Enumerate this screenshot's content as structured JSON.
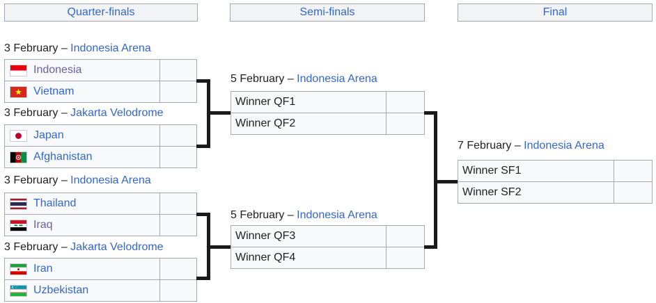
{
  "colors": {
    "link": "#3366cc",
    "visited_link": "#6a5fa8",
    "text": "#202122",
    "cell_background": "#f8f9fa",
    "header_background": "#f2f3f4",
    "border": "#a2a9b1",
    "connector": "#1a1a1a"
  },
  "separator": "–",
  "rounds": {
    "quarterfinals": "Quarter-finals",
    "semifinals": "Semi-finals",
    "final": "Final"
  },
  "matches": {
    "qf1": {
      "date": "3 February",
      "venue": "Indonesia Arena",
      "team1": {
        "name": "Indonesia",
        "flag": "indonesia",
        "score": ""
      },
      "team2": {
        "name": "Vietnam",
        "flag": "vietnam",
        "score": ""
      }
    },
    "qf2": {
      "date": "3 February",
      "venue": "Jakarta Velodrome",
      "team1": {
        "name": "Japan",
        "flag": "japan",
        "score": ""
      },
      "team2": {
        "name": "Afghanistan",
        "flag": "afghanistan",
        "score": ""
      }
    },
    "qf3": {
      "date": "3 February",
      "venue": "Indonesia Arena",
      "team1": {
        "name": "Thailand",
        "flag": "thailand",
        "score": ""
      },
      "team2": {
        "name": "Iraq",
        "flag": "iraq",
        "score": ""
      }
    },
    "qf4": {
      "date": "3 February",
      "venue": "Jakarta Velodrome",
      "team1": {
        "name": "Iran",
        "flag": "iran",
        "score": ""
      },
      "team2": {
        "name": "Uzbekistan",
        "flag": "uzbekistan",
        "score": ""
      }
    },
    "sf1": {
      "date": "5 February",
      "venue": "Indonesia Arena",
      "team1": {
        "name": "Winner QF1",
        "score": ""
      },
      "team2": {
        "name": "Winner QF2",
        "score": ""
      }
    },
    "sf2": {
      "date": "5 February",
      "venue": "Indonesia Arena",
      "team1": {
        "name": "Winner QF3",
        "score": ""
      },
      "team2": {
        "name": "Winner QF4",
        "score": ""
      }
    },
    "final": {
      "date": "7 February",
      "venue": "Indonesia Arena",
      "team1": {
        "name": "Winner SF1",
        "score": ""
      },
      "team2": {
        "name": "Winner SF2",
        "score": ""
      }
    }
  }
}
